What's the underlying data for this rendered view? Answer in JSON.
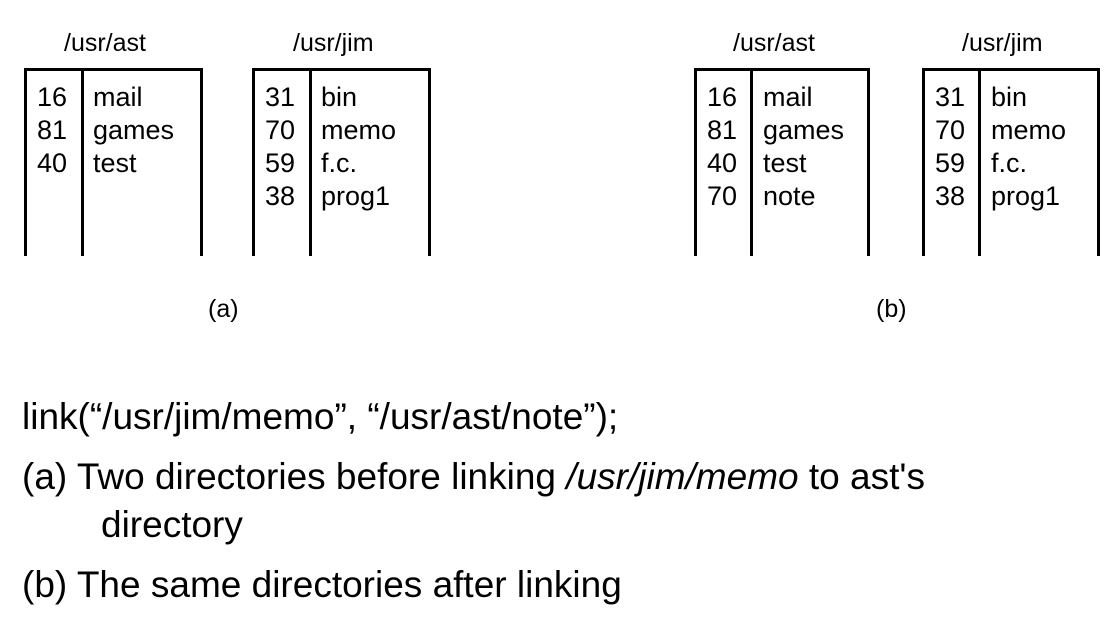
{
  "figure_a": {
    "caption": "(a)",
    "directories": [
      {
        "title": "/usr/ast",
        "entries": [
          {
            "inode": "16",
            "name": "mail"
          },
          {
            "inode": "81",
            "name": "games"
          },
          {
            "inode": "40",
            "name": "test"
          }
        ]
      },
      {
        "title": "/usr/jim",
        "entries": [
          {
            "inode": "31",
            "name": "bin"
          },
          {
            "inode": "70",
            "name": "memo"
          },
          {
            "inode": "59",
            "name": "f.c."
          },
          {
            "inode": "38",
            "name": "prog1"
          }
        ]
      }
    ]
  },
  "figure_b": {
    "caption": "(b)",
    "directories": [
      {
        "title": "/usr/ast",
        "entries": [
          {
            "inode": "16",
            "name": "mail"
          },
          {
            "inode": "81",
            "name": "games"
          },
          {
            "inode": "40",
            "name": "test"
          },
          {
            "inode": "70",
            "name": "note"
          }
        ]
      },
      {
        "title": "/usr/jim",
        "entries": [
          {
            "inode": "31",
            "name": "bin"
          },
          {
            "inode": "70",
            "name": "memo"
          },
          {
            "inode": "59",
            "name": "f.c."
          },
          {
            "inode": "38",
            "name": "prog1"
          }
        ]
      }
    ]
  },
  "text": {
    "code_line": "link(“/usr/jim/memo”, “/usr/ast/note”);",
    "line_a_prefix": "(a) Two directories before linking ",
    "line_a_path": "/usr/jim/memo",
    "line_a_suffix": " to ast's",
    "line_a_cont": "directory",
    "line_b": "(b) The same directories after linking"
  }
}
